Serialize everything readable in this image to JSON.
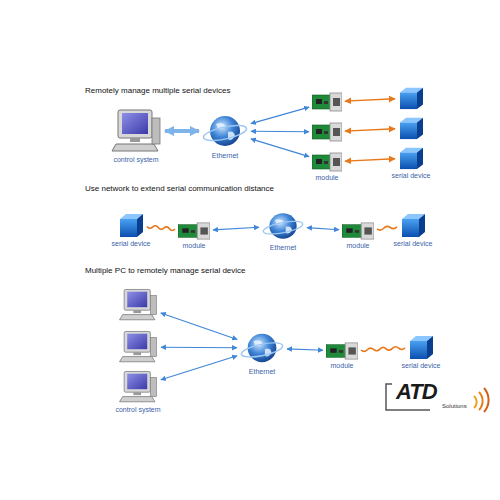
{
  "diagram": {
    "nodes": [
      {
        "text": [
          "control system"
        ]
      },
      {
        "text": [
          "Ethernet"
        ]
      },
      {
        "text": []
      },
      {
        "text": []
      },
      {
        "text": [
          "module"
        ]
      },
      {
        "text": []
      },
      {
        "text": []
      },
      {
        "text": [
          "serial device"
        ]
      },
      {
        "text": [
          "serial device"
        ]
      },
      {
        "text": [
          "module"
        ]
      },
      {
        "text": [
          "Ethernet"
        ]
      },
      {
        "text": [
          "module"
        ]
      },
      {
        "text": [
          "serial device"
        ]
      },
      {
        "text": []
      },
      {
        "text": []
      },
      {
        "text": [
          "control system"
        ]
      },
      {
        "text": [
          "Ethernet"
        ]
      },
      {
        "text": [
          "module"
        ]
      },
      {
        "text": [
          "serial device"
        ]
      }
    ],
    "edges": [
      {
        "from": 0,
        "to": 1,
        "arrow": "both"
      },
      {
        "from": 1,
        "to": 2,
        "arrow": "both"
      },
      {
        "from": 1,
        "to": 3,
        "arrow": "both"
      },
      {
        "from": 1,
        "to": 4,
        "arrow": "both"
      },
      {
        "from": 2,
        "to": 5,
        "arrow": "both"
      },
      {
        "from": 3,
        "to": 6,
        "arrow": "both"
      },
      {
        "from": 4,
        "to": 7,
        "arrow": "both"
      },
      {
        "from": 8,
        "to": 9,
        "arrow": "none"
      },
      {
        "from": 9,
        "to": 10,
        "arrow": "both"
      },
      {
        "from": 10,
        "to": 11,
        "arrow": "both"
      },
      {
        "from": 11,
        "to": 12,
        "arrow": "none"
      },
      {
        "from": 13,
        "to": 16,
        "arrow": "both"
      },
      {
        "from": 14,
        "to": 16,
        "arrow": "both"
      },
      {
        "from": 15,
        "to": 16,
        "arrow": "both"
      },
      {
        "from": 16,
        "to": 17,
        "arrow": "both"
      },
      {
        "from": 17,
        "to": 18,
        "arrow": "none"
      }
    ],
    "labels": [
      "Remotely manage multiple serial devices",
      "Use network to extend serial communication distance",
      "Multiple PC to remotely manage serial device",
      "ATD",
      "Solutions"
    ]
  }
}
